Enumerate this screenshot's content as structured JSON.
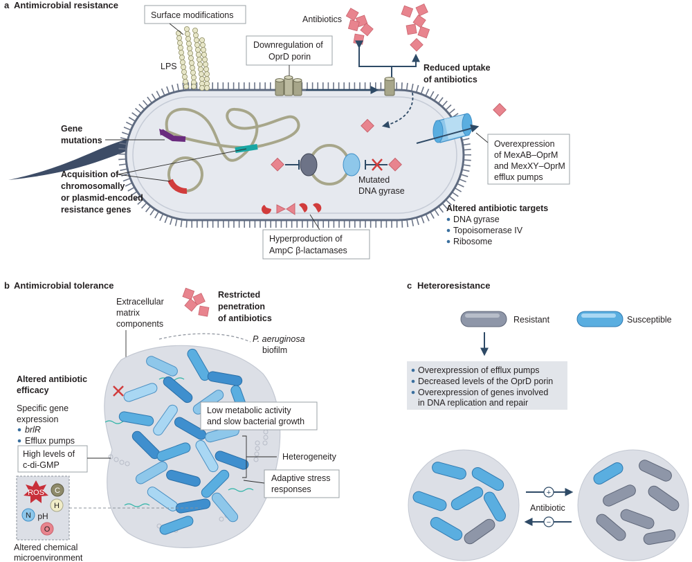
{
  "panel_a": {
    "letter": "a",
    "title": "Antimicrobial resistance",
    "surface_mods": "Surface modifications",
    "lps": "LPS",
    "antibiotics": "Antibiotics",
    "downreg_line1": "Downregulation of",
    "downreg_line2": "OprD porin",
    "reduced_line1": "Reduced uptake",
    "reduced_line2": "of antibiotics",
    "gene_mut_line1": "Gene",
    "gene_mut_line2": "mutations",
    "acq_line1": "Acquisition of",
    "acq_line2": "chromosomally",
    "acq_line3": "or plasmid-encoded",
    "acq_line4": "resistance genes",
    "mutated_line1": "Mutated",
    "mutated_line2": "DNA gyrase",
    "overexp_line1": "Overexpression",
    "overexp_line2": "of MexAB–OprM",
    "overexp_line3": "and MexXY–OprM",
    "overexp_line4": "efflux pumps",
    "altered_targets_title": "Altered antibiotic targets",
    "targets": [
      "DNA gyrase",
      "Topoisomerase IV",
      "Ribosome"
    ],
    "hyper_line1": "Hyperproduction of",
    "hyper_line2": "AmpC β-lactamases"
  },
  "panel_b": {
    "letter": "b",
    "title": "Antimicrobial tolerance",
    "restricted_line1": "Restricted",
    "restricted_line2": "penetration",
    "restricted_line3": "of antibiotics",
    "ecm_line1": "Extracellular",
    "ecm_line2": "matrix",
    "ecm_line3": "components",
    "biofilm_species": "P. aeruginosa",
    "biofilm_word": "biofilm",
    "altered_eff_line1": "Altered antibiotic",
    "altered_eff_line2": "efficacy",
    "specific_line1": "Specific gene",
    "specific_line2": "expression",
    "gene_items": [
      "brlR",
      "Efflux pumps"
    ],
    "cdigmp_line1": "High levels of",
    "cdigmp_line2": "c-di-GMP",
    "lowmet_line1": "Low metabolic activity",
    "lowmet_line2": "and slow bacterial growth",
    "heterogeneity": "Heterogeneity",
    "adaptive_line1": "Adaptive stress",
    "adaptive_line2": "responses",
    "micro": {
      "ros": "ROS",
      "c": "C",
      "h": "H",
      "n": "N",
      "ph": "pH",
      "o": "O"
    },
    "altered_chem_line1": "Altered chemical",
    "altered_chem_line2": "microenvironment"
  },
  "panel_c": {
    "letter": "c",
    "title": "Heteroresistance",
    "resistant": "Resistant",
    "susceptible": "Susceptible",
    "items": [
      "Overexpression of efflux pumps",
      "Decreased levels of the OprD porin",
      "Overexpression of genes involved"
    ],
    "item3_cont": "in DNA replication and repair",
    "antibiotic": "Antibiotic",
    "plus": "+",
    "minus": "−"
  },
  "colors": {
    "antibiotic": "#e8848e",
    "resistant_cell": "#8e96a8",
    "susceptible_cell": "#4f9fd6",
    "arrow": "#2e4a66",
    "bacterium_fill": "#e6e9ef",
    "biofilm_fill": "#dcdfe6"
  }
}
